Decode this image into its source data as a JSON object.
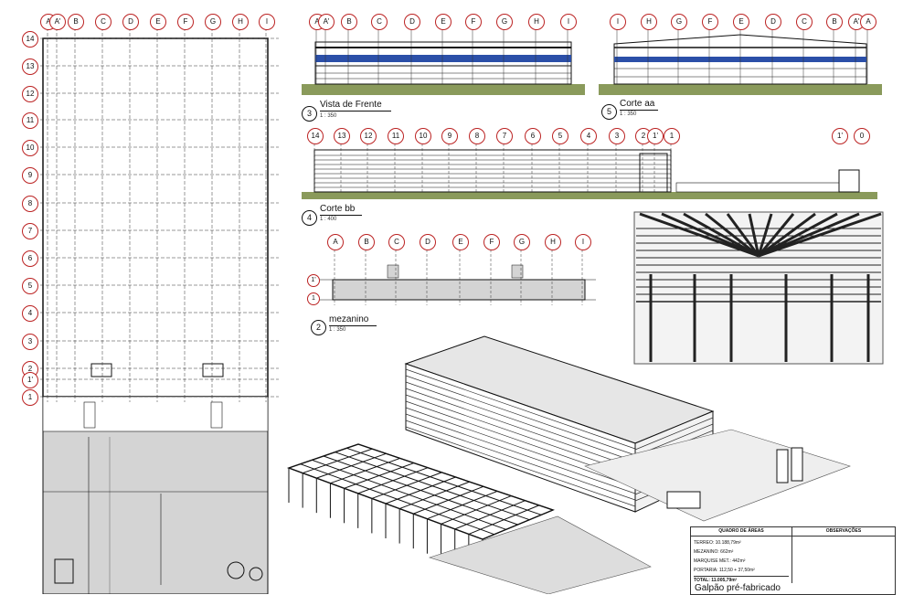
{
  "views": {
    "frente": {
      "number": "3",
      "title": "Vista de Frente",
      "scale": "1 : 350"
    },
    "corte_aa": {
      "number": "5",
      "title": "Corte aa",
      "scale": "1 : 350"
    },
    "corte_bb": {
      "number": "4",
      "title": "Corte bb",
      "scale": "1 : 400"
    },
    "mezanino": {
      "number": "2",
      "title": "mezanino",
      "scale": "1 : 350"
    }
  },
  "grid": {
    "plan_letters": [
      "A",
      "A'",
      "B",
      "C",
      "D",
      "E",
      "F",
      "G",
      "H",
      "I"
    ],
    "plan_numbers": [
      "14",
      "13",
      "12",
      "11",
      "10",
      "9",
      "8",
      "7",
      "6",
      "5",
      "4",
      "3",
      "2",
      "1'",
      "1"
    ],
    "front_letters": [
      "A",
      "A'",
      "B",
      "C",
      "D",
      "E",
      "F",
      "G",
      "H",
      "I"
    ],
    "section_aa_letters": [
      "I",
      "H",
      "G",
      "F",
      "E",
      "D",
      "C",
      "B",
      "A'",
      "A"
    ],
    "section_bb_numbers": [
      "14",
      "13",
      "12",
      "11",
      "10",
      "9",
      "8",
      "7",
      "6",
      "5",
      "4",
      "3",
      "2",
      "1'",
      "1"
    ],
    "section_bb_right": [
      "1'",
      "0"
    ],
    "mezz_letters": [
      "A",
      "B",
      "C",
      "D",
      "E",
      "F",
      "G",
      "H",
      "I"
    ],
    "mezz_numbers": [
      "1'",
      "1"
    ]
  },
  "areas_table": {
    "header_left": "QUADRO DE ÁREAS",
    "header_right": "OBSERVAÇÕES",
    "rows": [
      "TERREO: 10.188,79m²",
      "MEZANINO: 662m²",
      "MARQUISE MET.: 442m²",
      "PORTARIA: 112,50 + 37,50m²"
    ],
    "total": "TOTAL: 11.005,79m²"
  },
  "project_title": "Galpão pré-fabricado",
  "colors": {
    "bubble": "#b22222",
    "glazing": "#2b4fa8",
    "ground": "#8a9a5b",
    "shade": "#d4d4d4"
  }
}
